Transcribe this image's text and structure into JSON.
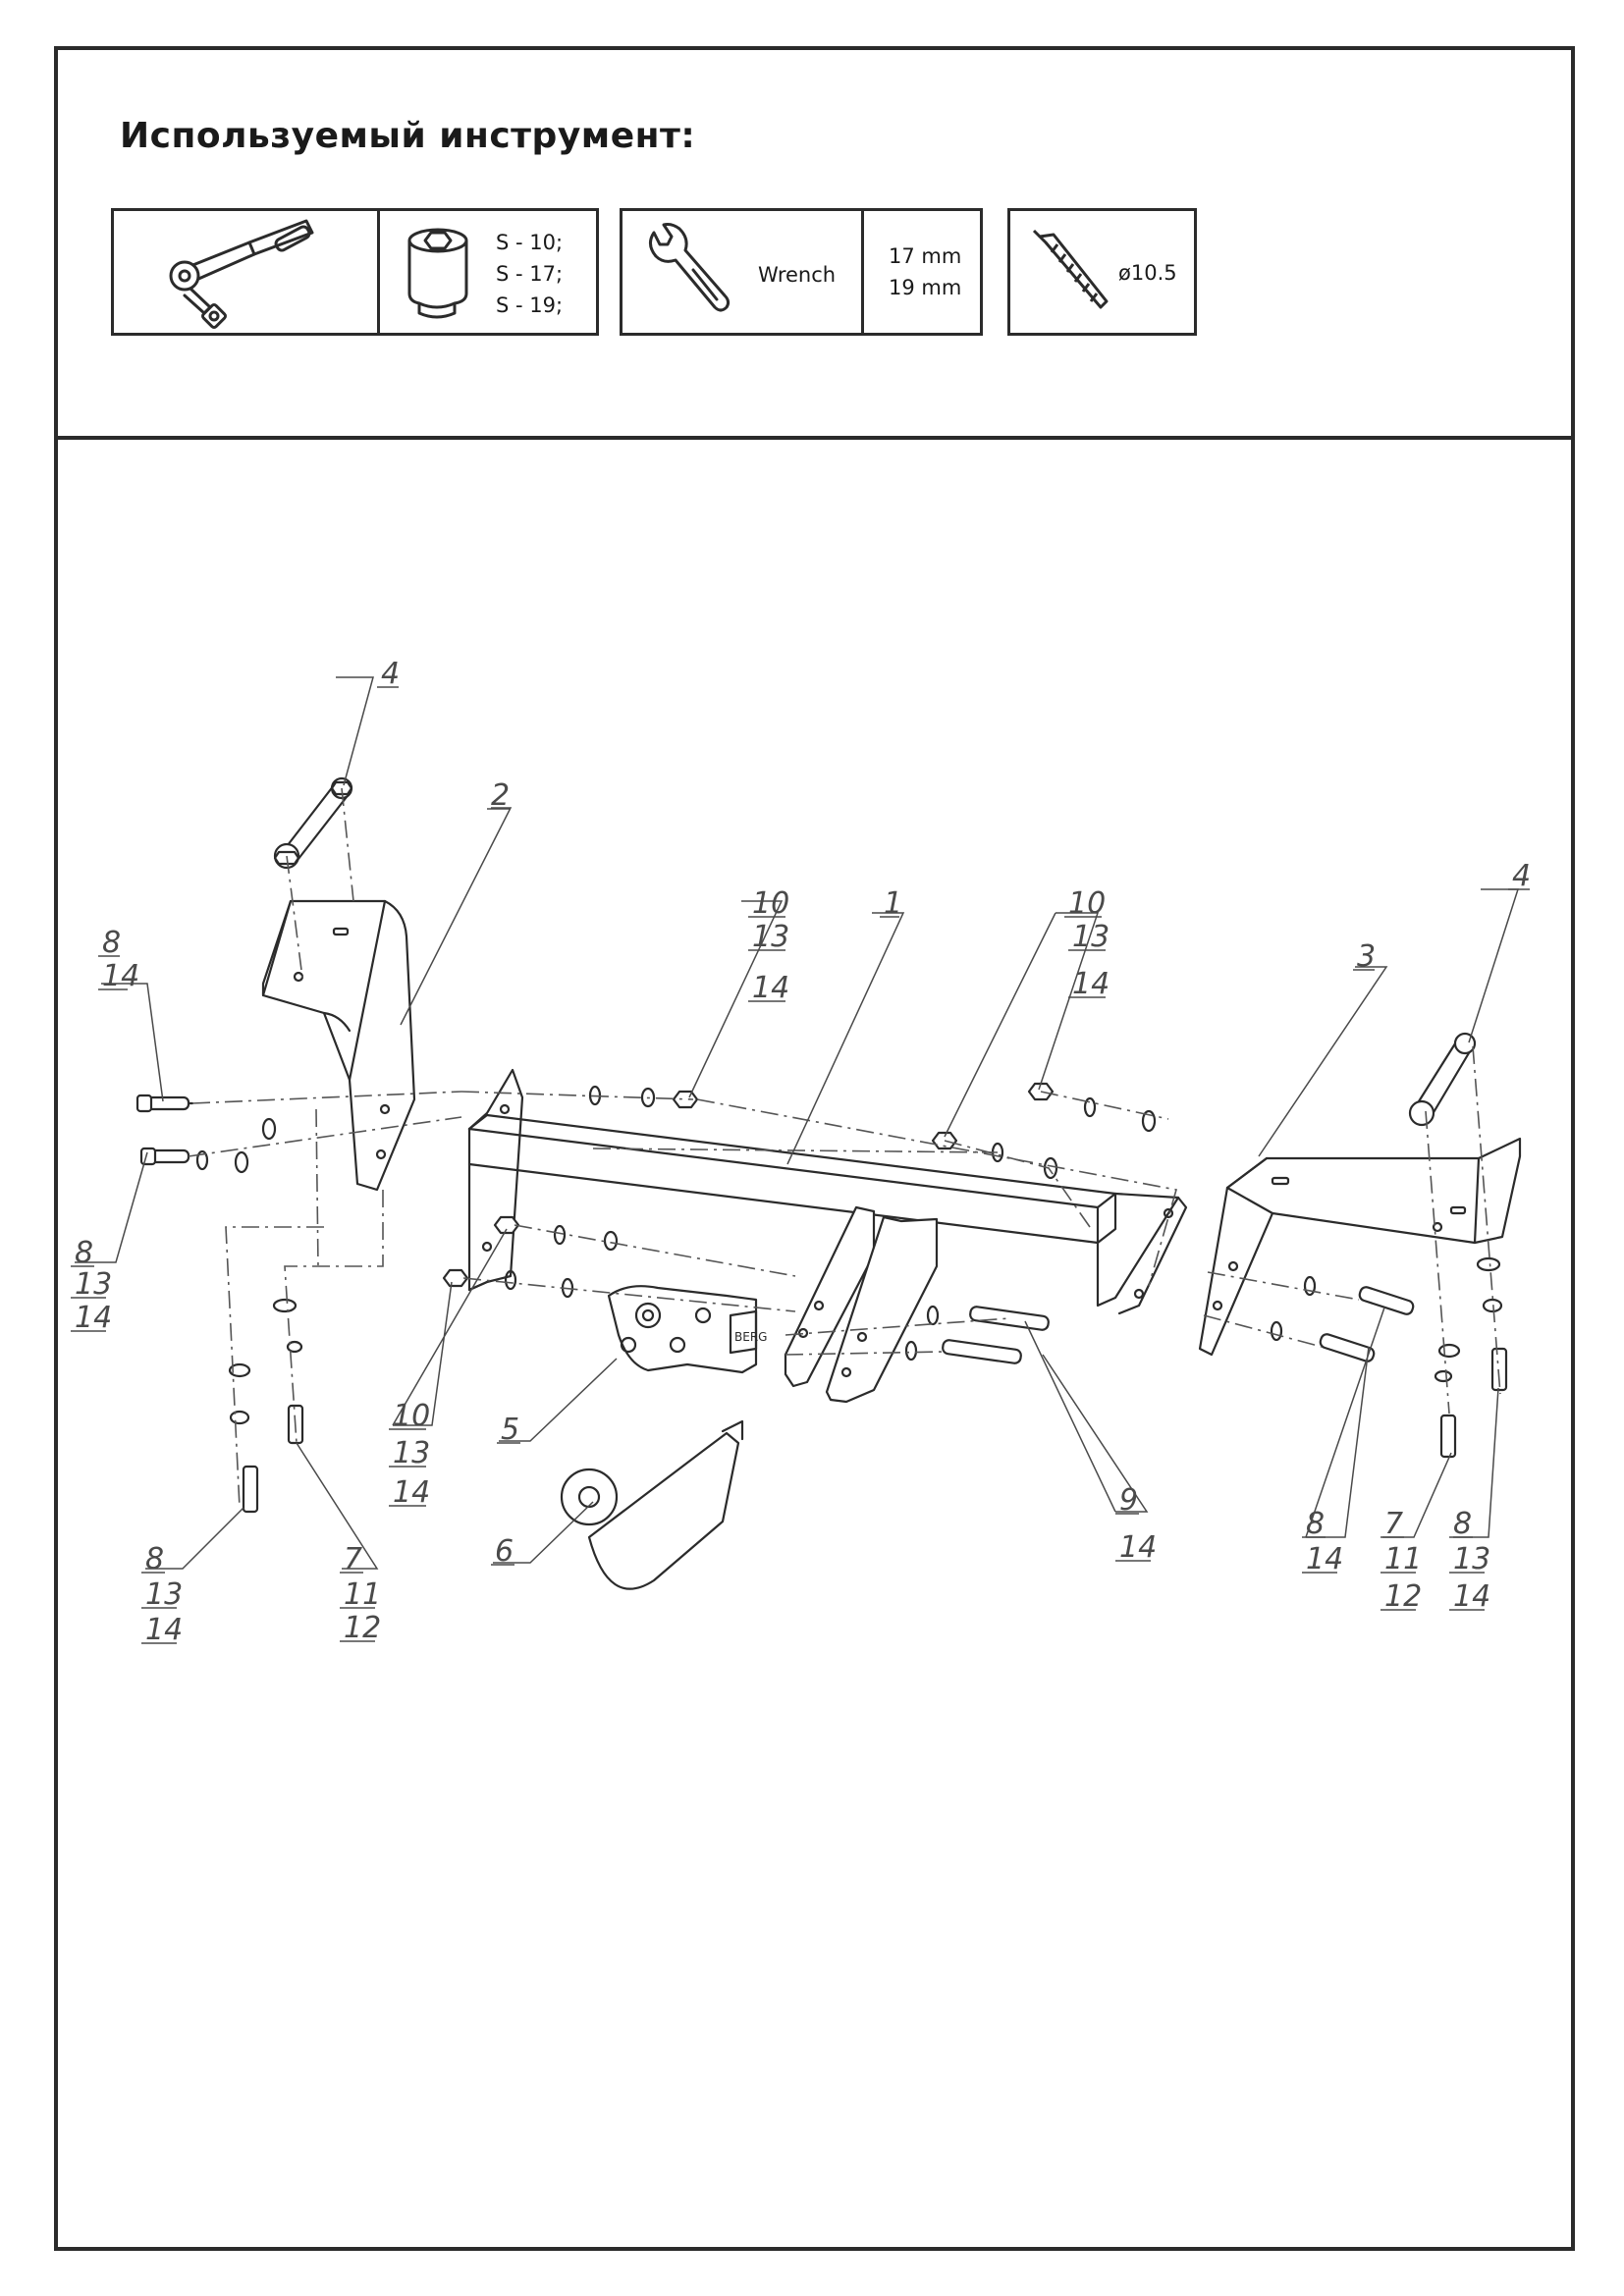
{
  "header": {
    "title": "Используемый инструмент:"
  },
  "tools": {
    "socket_sizes": [
      "S - 10;",
      "S - 17;",
      "S - 19;"
    ],
    "wrench_label": "Wrench",
    "wrench_sizes": [
      "17 mm",
      "19 mm"
    ],
    "drill_size": "ø10.5"
  },
  "brand_label": "BERG",
  "callouts": {
    "c4_left": [
      "4"
    ],
    "c2": [
      "2"
    ],
    "c8_left_top": [
      "8",
      "14"
    ],
    "c8_left_mid": [
      "8",
      "13",
      "14"
    ],
    "c10_mid": [
      "10",
      "13",
      "14"
    ],
    "c1": [
      "1"
    ],
    "c10_right": [
      "10",
      "13",
      "14"
    ],
    "c3": [
      "3"
    ],
    "c4_right": [
      "4"
    ],
    "c10_low": [
      "10",
      "13",
      "14"
    ],
    "c5": [
      "5"
    ],
    "c6": [
      "6"
    ],
    "c8_left_bottom": [
      "8",
      "13",
      "14"
    ],
    "c7_left": [
      "7",
      "11",
      "12"
    ],
    "c9": [
      "9",
      "14"
    ],
    "c8_right_a": [
      "8",
      "14"
    ],
    "c7_right": [
      "7",
      "11",
      "12"
    ],
    "c8_right_b": [
      "8",
      "13",
      "14"
    ]
  }
}
